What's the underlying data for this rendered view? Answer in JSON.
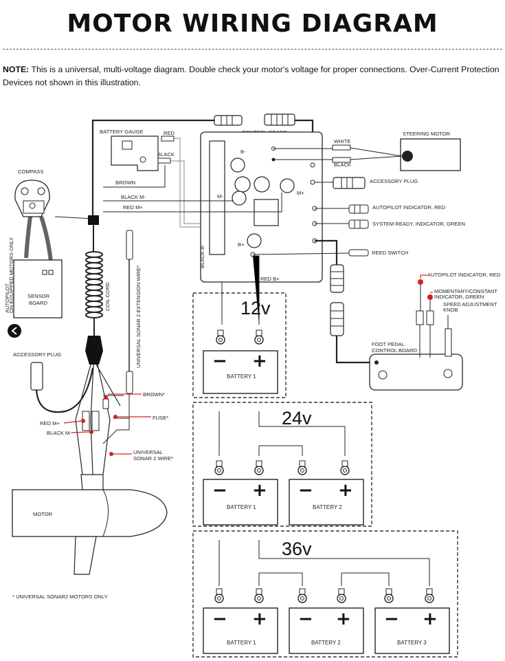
{
  "title": "MOTOR WIRING DIAGRAM",
  "note": {
    "prefix": "NOTE:",
    "text": "This is a universal, multi-voltage diagram. Double check your motor's voltage for proper connections. Over-Current Protection Devices not shown in this illustration."
  },
  "labels": {
    "battery_gauge": "BATTERY GAUGE",
    "red": "RED",
    "black": "BLACK",
    "control_board": "CONTROL BOARD",
    "steering_motor": "STEERING MOTOR",
    "white": "WHITE",
    "black_right": "BLACK",
    "accessory_plug_right": "ACCESSORY PLUG",
    "compass": "COMPASS",
    "brown": "BROWN",
    "black_m": "BLACK M-",
    "red_m": "RED M+",
    "b_minus": "B-",
    "m_minus": "M-",
    "m_plus": "M+",
    "b_plus": "B+",
    "black_b": "BLACK B-",
    "autopilot_red": "AUTOPILOT INDICATOR, RED",
    "system_ready": "SYSTEM READY, INDICATOR, GREEN",
    "reed_switch": "REED SWITCH",
    "red_b": "RED B+",
    "coil_cord": "COIL CORD",
    "sonar_ext": "UNIVERSAL SONAR 2 EXTENSION WIRE*",
    "autopilot_side": "AUTOPILOT",
    "autopilot_side_small": "ON EQUIPPED MOTORS ONLY",
    "sensor_board_1": "SENSOR",
    "sensor_board_2": "BOARD",
    "accessory_plug_left": "ACCESSORY PLUG",
    "brown_star": "BROWN*",
    "fuse_star": "FUSE*",
    "red_m_plus": "RED M+",
    "black_m_minus": "BLACK M-",
    "sonar_wire_1": "UNIVERSAL",
    "sonar_wire_2": "SONAR 2 WIRE*",
    "motor": "MOTOR",
    "footnote": "* UNIVERSAL SONAR2 MOTORS ONLY",
    "autopilot_red_right": "AUTOPILOT INDICATOR, RED",
    "momentary_1": "MOMENTARY/CONSTANT",
    "momentary_2": "INDICATOR, GREEN",
    "speed_1": "SPEED ADJUSTMENT",
    "speed_2": "KNOB",
    "foot_pedal_1": "FOOT PEDAL",
    "foot_pedal_2": "CONTROL BOARD"
  },
  "voltages": {
    "v12": "12v",
    "v24": "24v",
    "v36": "36v"
  },
  "batteries": {
    "b1": "BATTERY 1",
    "b2": "BATTERY 2",
    "b3": "BATTERY 3",
    "minus": "−",
    "plus": "+"
  },
  "colors": {
    "wire": "#222222",
    "red_indicator": "#d42020",
    "gray_wire": "#888888"
  }
}
